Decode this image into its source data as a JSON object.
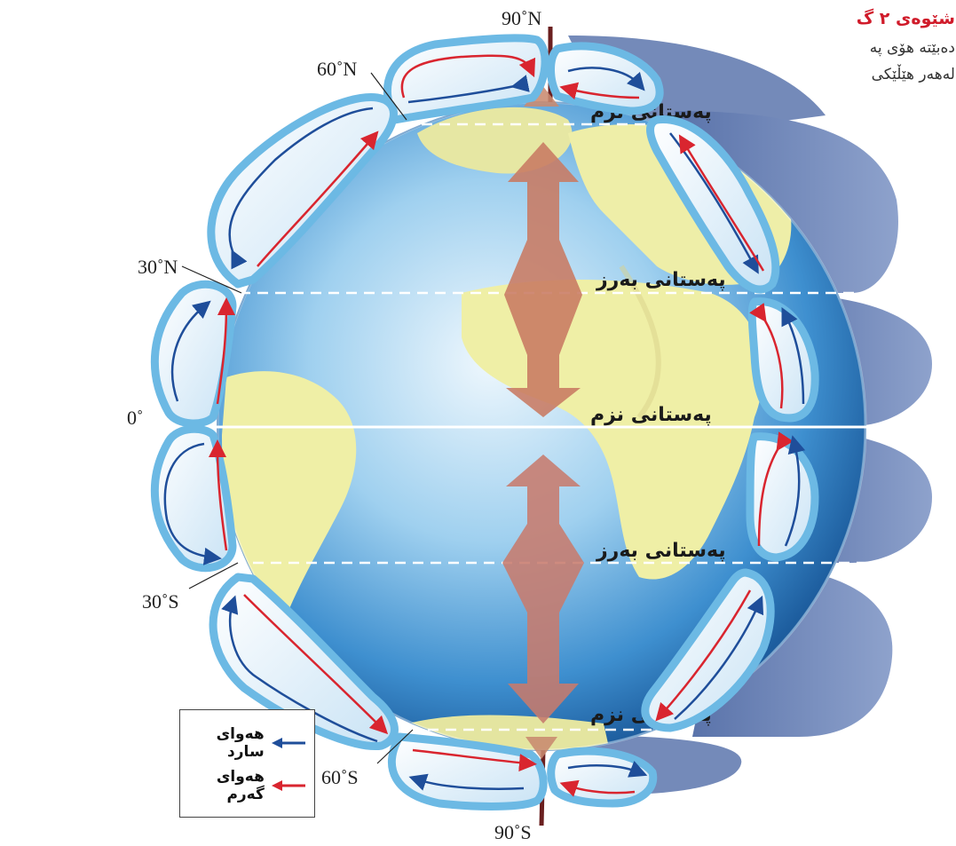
{
  "caption": {
    "title": "شێوەی ٢ گ",
    "line1": "دەبێتە هۆی پە",
    "line2": "لەهەر هێڵێکی"
  },
  "latitudes": {
    "n90": "90˚N",
    "n60": "60˚N",
    "n30": "30˚N",
    "eq": "0˚",
    "s30": "30˚S",
    "s60": "60˚S",
    "s90": "90˚S"
  },
  "pressure": {
    "low_n60": "پەستانی نزم",
    "high_n30": "پەستانی بەرز",
    "low_eq": "پەستانی نزم",
    "high_s30": "پەستانی بەرز",
    "low_s60": "پەستانی نزم"
  },
  "legend": {
    "cold_air": "هەوای سارد",
    "warm_air": "هەوای گەرم"
  },
  "colors": {
    "cold": "#1f4e9a",
    "warm": "#d9252f",
    "cell_fill": "#e3f1fb",
    "cell_border": "#6cb9e4",
    "land": "#efeea6",
    "ocean": "#4f9fd5",
    "pressure_arrow": "#c87a6a"
  }
}
